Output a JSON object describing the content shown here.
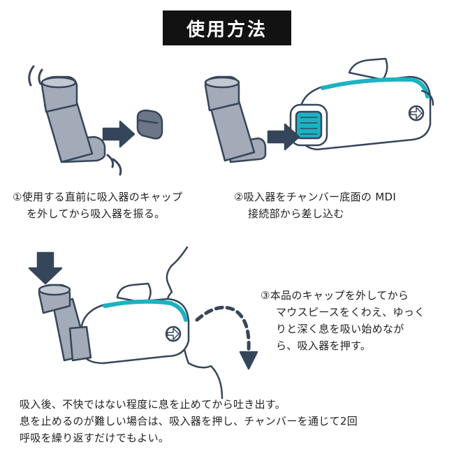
{
  "title": "使用方法",
  "steps": [
    {
      "line1": "①使用する直前に吸入器のキャップ",
      "line2": "を外してから吸入器を振る。"
    },
    {
      "line1": "②吸入器をチャンバー底面の MDI",
      "line2": "接続部から差し込む"
    },
    {
      "line1": "③本品のキャップを外してから",
      "line2": "マウスピースをくわえ、ゆっく",
      "line3": "りと深く息を吸い始めなが",
      "line4": "ら、吸入器を押す。"
    }
  ],
  "note": {
    "line1": "吸入後、不快ではない程度に息を止めてから吐き出す。",
    "line2": "息を止めるのが難しい場合は、吸入器を押し、チャンバーを通じて2回",
    "line3": "呼吸を繰り返すだけでもよい。"
  },
  "colors": {
    "outline": "#36465a",
    "inhaler": "#a3aab8",
    "accent": "#1bb3c2",
    "title_bg": "#121212"
  }
}
